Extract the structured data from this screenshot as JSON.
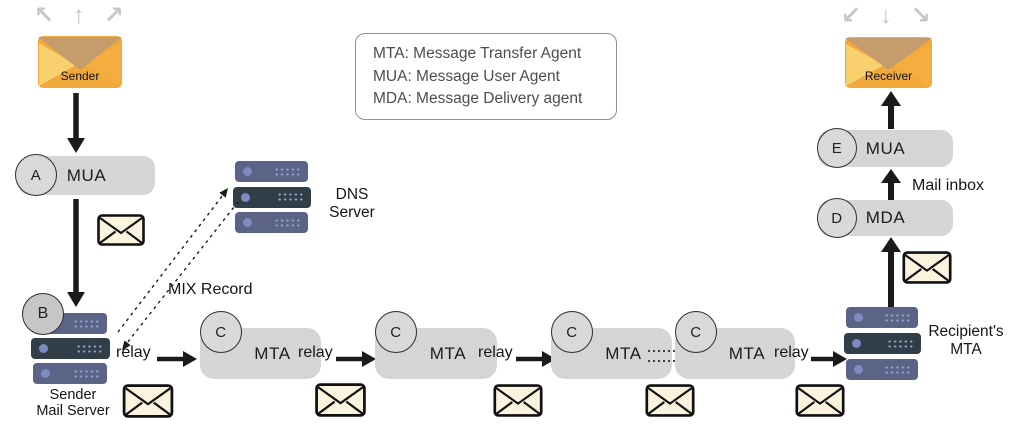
{
  "legend": {
    "lines": [
      "MTA: Message Transfer Agent",
      "MUA: Message User Agent",
      "MDA: Message Delivery agent"
    ]
  },
  "sender": {
    "envelope_label": "Sender",
    "outbound_arrows": "↖ ↑ ↗",
    "agent_badge": "A",
    "agent_label": "MUA",
    "server_badge": "B",
    "server_label": [
      "Sender",
      "Mail Server"
    ]
  },
  "dns": {
    "label": [
      "DNS",
      "Server"
    ],
    "mix_record": "MIX Record"
  },
  "chain": {
    "relay_labels": [
      "relay",
      "relay",
      "relay",
      "relay"
    ],
    "mta_badges": [
      "C",
      "C",
      "C",
      "C"
    ],
    "mta_labels": [
      "MTA",
      "MTA",
      "MTA",
      "MTA"
    ]
  },
  "receiver": {
    "envelope_label": "Receiver",
    "outbound_arrows": "↙ ↓ ↘",
    "mua_badge": "E",
    "mua_label": "MUA",
    "mda_badge": "D",
    "mda_label": "MDA",
    "mail_inbox": "Mail inbox",
    "recipient_mta_label": [
      "Recipient's",
      "MTA"
    ]
  },
  "colors": {
    "envelope_orange": "#f2a93b",
    "envelope_light": "#f8d06e",
    "envelope_flap": "#c59c6c",
    "mail_icon_cream": "#faf3de",
    "server_blue": "#5b6487",
    "server_dark": "#313e48",
    "box_gray": "#d5d5d5",
    "arrow_black": "#1b1b1b",
    "outbound_gray": "#c6c6c6"
  }
}
